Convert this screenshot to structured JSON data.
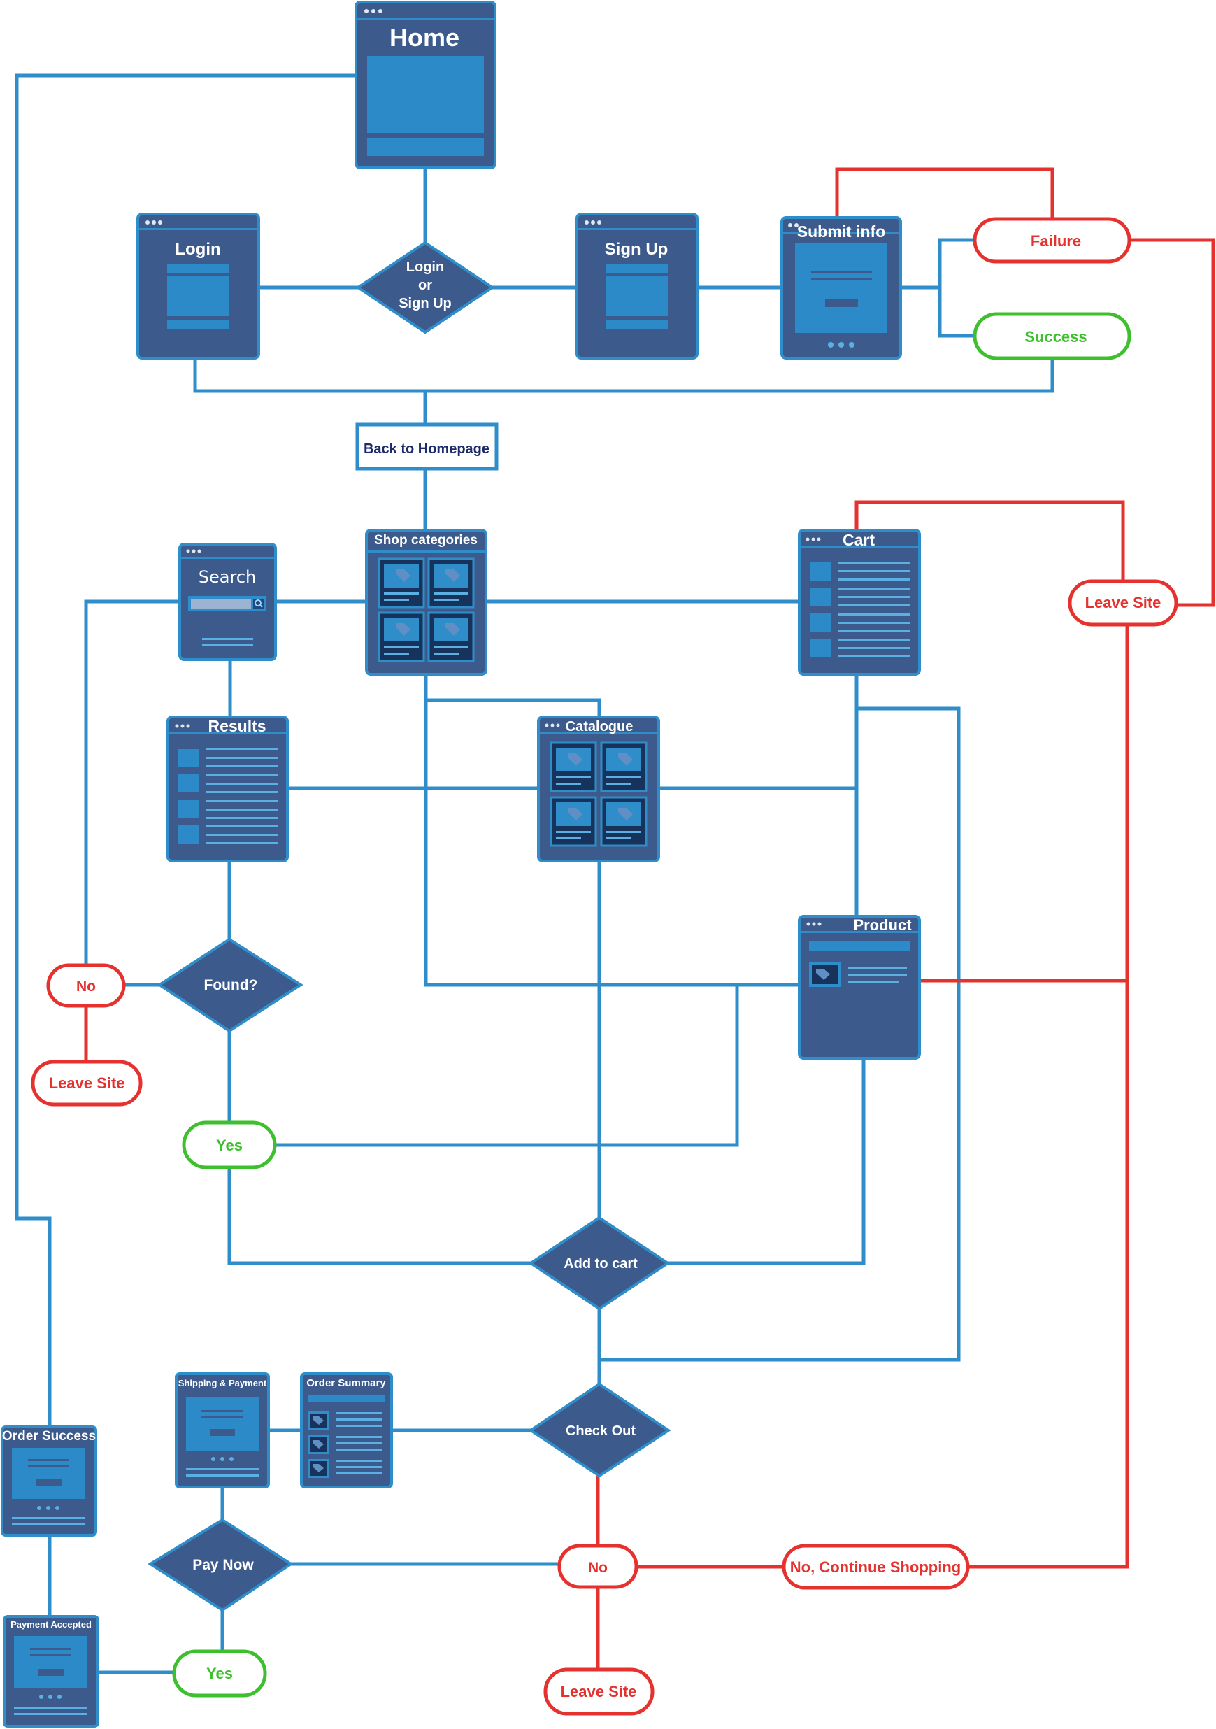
{
  "screens": {
    "home": "Home",
    "login": "Login",
    "sign_up": "Sign Up",
    "submit_info": "Submit info",
    "shop_categories": "Shop categories",
    "search": "Search",
    "cart": "Cart",
    "results": "Results",
    "catalogue": "Catalogue",
    "product": "Product",
    "shipping_payment": "Shipping & Payment",
    "order_summary": "Order Summary",
    "order_success": "Order Success",
    "payment_accepted": "Payment Accepted"
  },
  "decisions": {
    "login_or_signup": [
      "Login",
      "or",
      "Sign Up"
    ],
    "found": "Found?",
    "add_to_cart": "Add to cart",
    "check_out": "Check Out",
    "pay_now": "Pay Now"
  },
  "outcomes": {
    "failure": "Failure",
    "success": "Success",
    "leave_site_right": "Leave Site",
    "no_found": "No",
    "leave_site_left": "Leave Site",
    "yes_found": "Yes",
    "no_checkout": "No",
    "no_continue_shopping": "No, Continue Shopping",
    "leave_site_bottom": "Leave Site",
    "yes_pay": "Yes"
  },
  "nodes": {
    "back_to_homepage": "Back to Homepage"
  },
  "colors": {
    "connector_blue": "#2f8dc9",
    "connector_red": "#e5322f",
    "success_green": "#3ec02e",
    "window_fill": "#3c5a8c",
    "label_navy": "#1b2a6b"
  }
}
